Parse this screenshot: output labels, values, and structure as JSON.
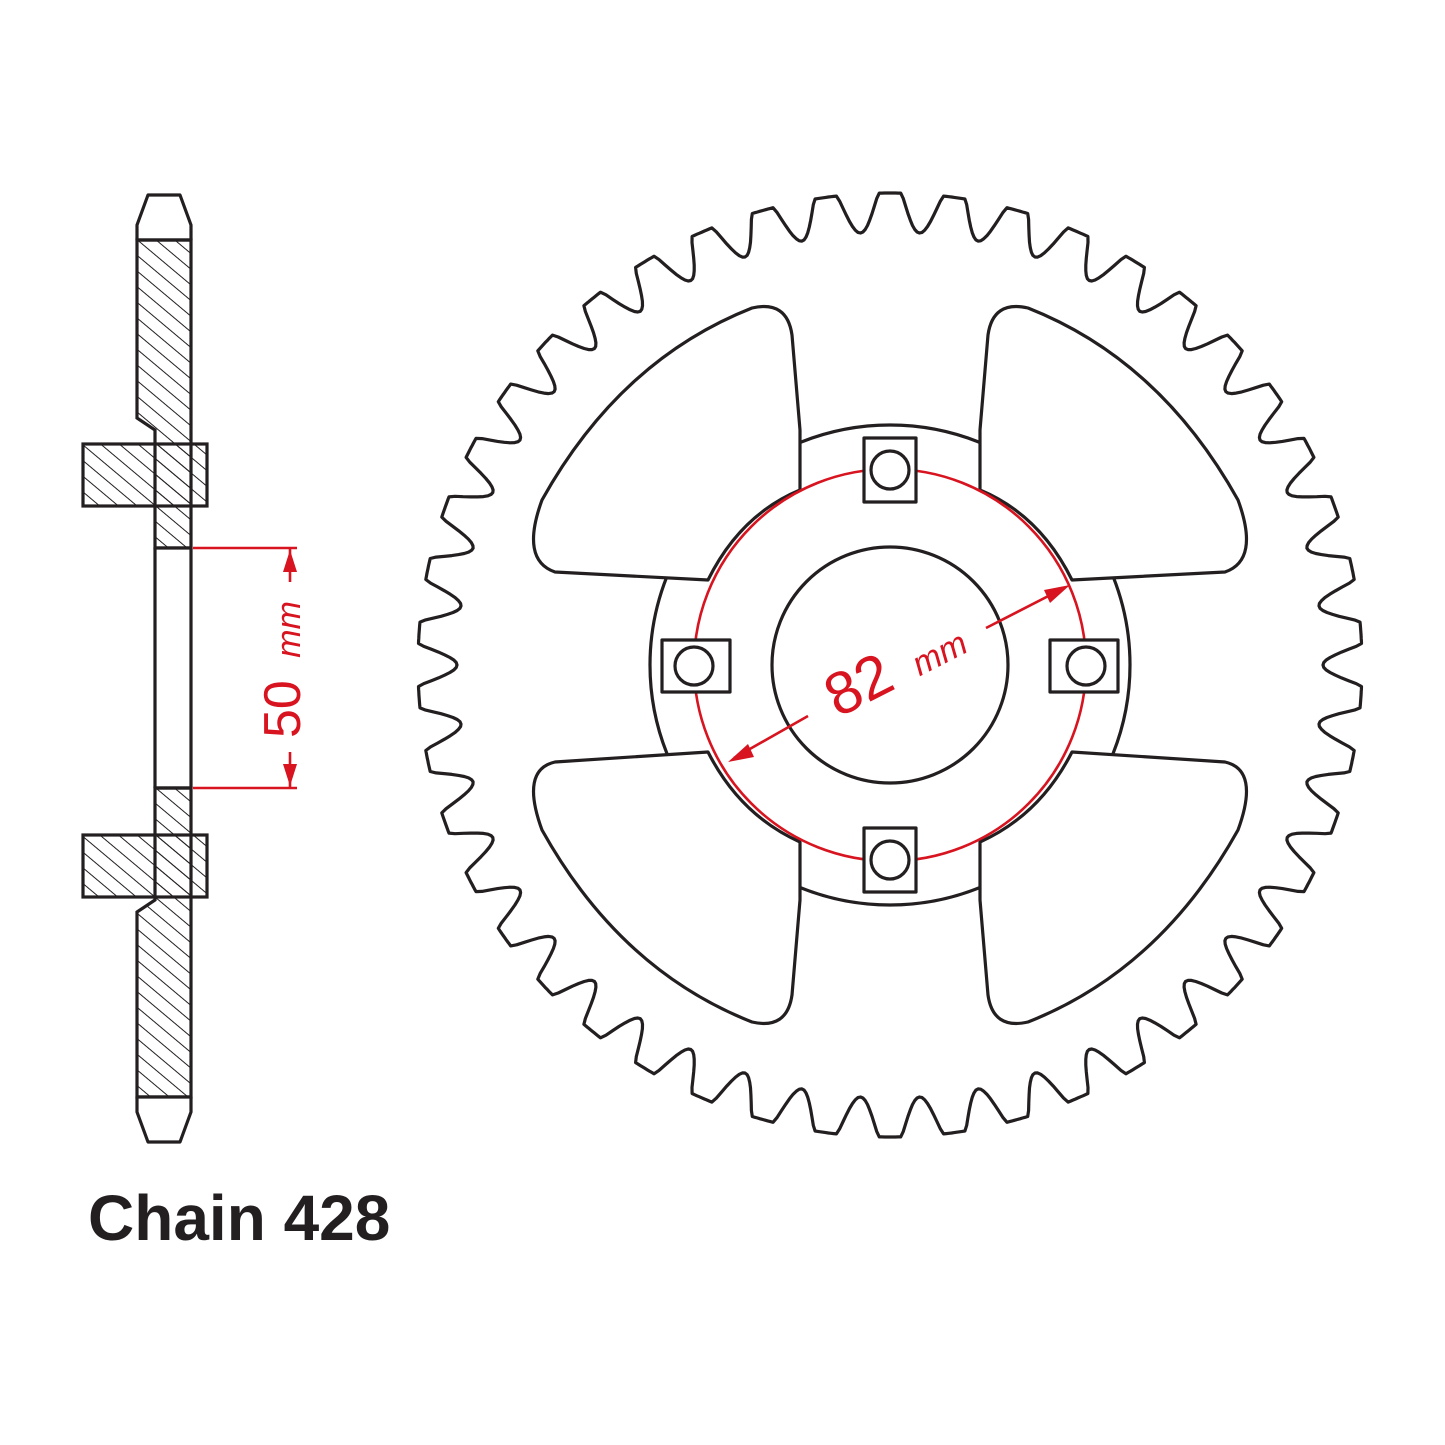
{
  "caption": "Chain 428",
  "dimensions": {
    "hub_height": {
      "value": "50",
      "unit": "mm"
    },
    "bolt_circle": {
      "value": "82",
      "unit": "mm"
    }
  },
  "sprocket": {
    "bolt_holes": 4
  },
  "colors": {
    "outline": "#231f20",
    "dimension": "#d7141f",
    "background": "#ffffff"
  }
}
